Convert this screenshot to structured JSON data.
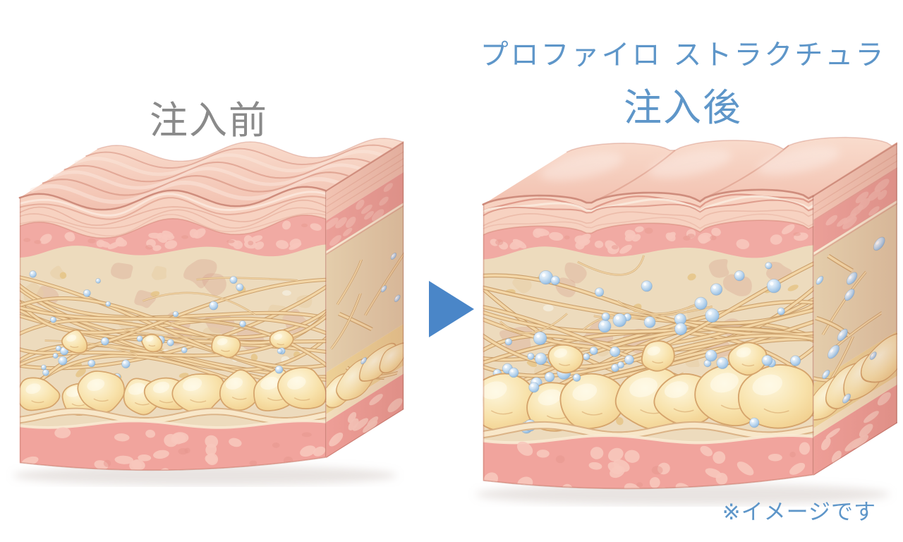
{
  "header": {
    "before_title": "注入前",
    "after_brand": "プロファイロ ストラクチュラ",
    "after_title": "注入後",
    "before_color": "#8a8a8a",
    "after_color": "#5e96c9"
  },
  "arrow": {
    "direction": "right",
    "color": "#4a86c8"
  },
  "footnote": {
    "text": "※イメージです",
    "color": "#5e96c9"
  },
  "illustration": {
    "palette": {
      "epidermis": "#f7d2c1",
      "epidermis_line": "#e2a694",
      "dermis": "#f1aaa3",
      "dermis_cobble": "#f7c6bc",
      "basement": "#f9e9d3",
      "basement_edge": "#ddab94",
      "matrix": "#eddbbd",
      "matrix_patch": "#d8a692",
      "matrix_oval": "#e5c487",
      "fiber": "#f3d6a6",
      "fiber_edge": "#c99d68",
      "fat_edge": "#d5a46c",
      "septum": "#f8e7c9",
      "septum_edge": "#dab184",
      "muscle": "#f1a49d",
      "muscle_blob": "#f7c8bc",
      "crease": "#dc9c8b",
      "surface_edge": "#cf8d7d",
      "side_epi": "#f2c3b2",
      "side_dermis": "#eb9f98",
      "side_matrix": "#e4cdab",
      "side_fat": "#edd096",
      "side_septum": "#f2ddbc",
      "side_muscle": "#ee9e97",
      "sphere_core": "#a6c9e8",
      "fat_fill": "#f8e2ab",
      "surface_top": "#f9dccd",
      "surface_front": "#f2c1b0"
    },
    "before": {
      "idp": "b",
      "seed": 7,
      "style": "wrinkled",
      "surface_amp": 26,
      "surface_waves": 2.3,
      "pillows": 3,
      "sphere_count_matrix": 17,
      "sphere_count_fat": 10,
      "side_spheres": 4,
      "sphere_r_min": 3.5,
      "sphere_r_max": 6.5,
      "fat_count": 9,
      "fat_r_min": 26,
      "fat_r_max": 38,
      "fat_jitter": 0.2,
      "side_fat_r": [
        20,
        27
      ]
    },
    "after": {
      "idp": "a",
      "seed": 11,
      "style": "smooth",
      "surface_amp": 18,
      "surface_waves": 2.0,
      "pillows": 3,
      "sphere_count_matrix": 36,
      "sphere_count_fat": 18,
      "side_spheres": 9,
      "sphere_r_min": 4.5,
      "sphere_r_max": 9.5,
      "fat_count": 7,
      "fat_r_min": 40,
      "fat_r_max": 53,
      "fat_jitter": 0.09,
      "side_fat_r": [
        26,
        34
      ]
    }
  }
}
